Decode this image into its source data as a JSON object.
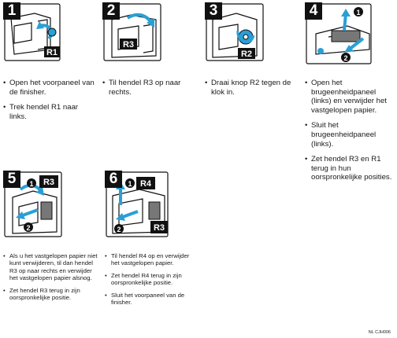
{
  "steps": [
    {
      "number": "1",
      "lever_labels": [
        "R1"
      ],
      "bullets": [
        "Open het voorpaneel van de finisher.",
        "Trek hendel R1 naar links."
      ]
    },
    {
      "number": "2",
      "lever_labels": [
        "R3"
      ],
      "bullets": [
        "Til hendel R3 op naar rechts."
      ]
    },
    {
      "number": "3",
      "lever_labels": [
        "R2"
      ],
      "bullets": [
        "Draai knop R2 tegen de klok in."
      ]
    },
    {
      "number": "4",
      "arrow_numbers": [
        "1",
        "2"
      ],
      "bullets": [
        "Open het brugeenheidpaneel (links) en verwijder het vastgelopen papier.",
        "Sluit het brugeenheidpaneel (links).",
        "Zet hendel R3 en R1 terug in hun oorspronkelijke posities."
      ]
    },
    {
      "number": "5",
      "lever_labels": [
        "R3"
      ],
      "arrow_numbers": [
        "1",
        "2"
      ],
      "bullets": [
        "Als u het vastgelopen papier niet kunt verwijderen, til dan hendel R3 op naar rechts en verwijder het vastgelopen papier alsnog.",
        "Zet hendel R3 terug in zijn oorspronkelijke positie."
      ]
    },
    {
      "number": "6",
      "lever_labels": [
        "R4",
        "R3"
      ],
      "arrow_numbers": [
        "1",
        "2"
      ],
      "bullets": [
        "Til hendel R4 op en verwijder het vastgelopen papier.",
        "Zet hendel R4 terug in zijn oorspronkelijke positie.",
        "Sluit het voorpaneel van de finisher."
      ]
    }
  ],
  "bullet_marker": "•",
  "document_code": "NL CJH006",
  "colors": {
    "accent": "#2a9fd6",
    "ink": "#111111"
  }
}
